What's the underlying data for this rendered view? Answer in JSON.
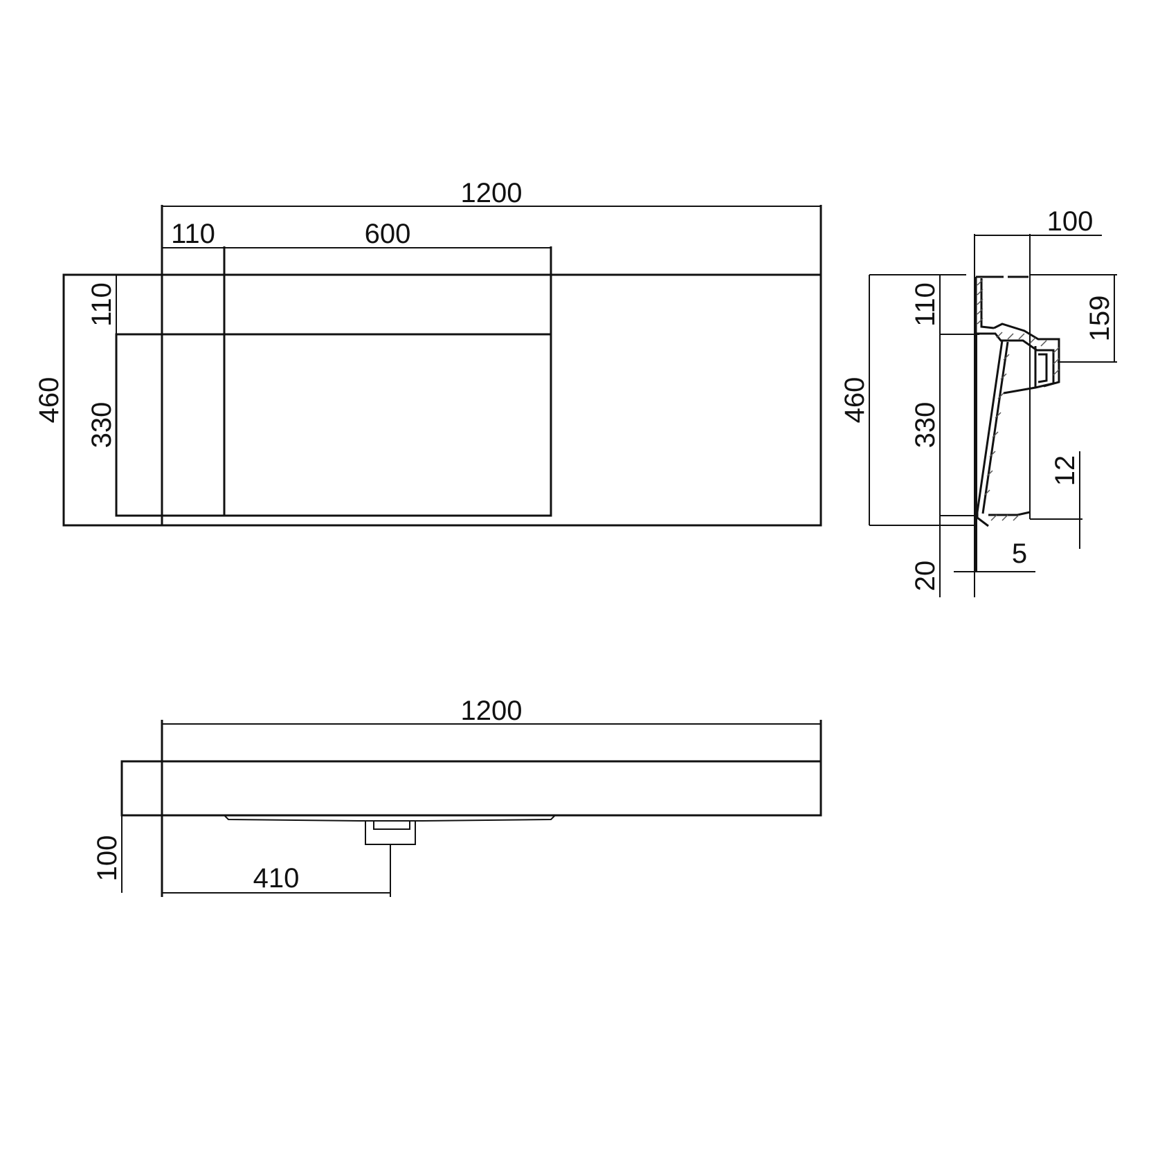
{
  "colors": {
    "line": "#111111",
    "background": "#ffffff",
    "hatch": "#555555"
  },
  "plan_view": {
    "overall_width": "1200",
    "left_offset": "110",
    "basin_width": "600",
    "overall_depth": "460",
    "back_depth": "110",
    "basin_depth": "330"
  },
  "side_section": {
    "thickness_top": "100",
    "back_depth": "110",
    "overall_depth": "460",
    "basin_depth": "330",
    "overflow_height": "159",
    "lip_height": "12",
    "wall_thickness": "5",
    "bottom_offset": "20"
  },
  "front_view": {
    "overall_width": "1200",
    "height": "100",
    "drain_offset": "410"
  }
}
